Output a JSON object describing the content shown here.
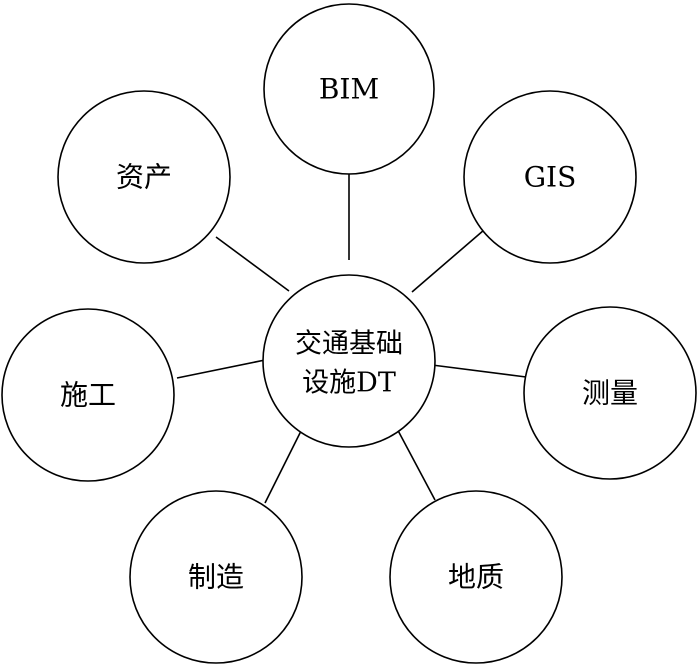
{
  "center": {
    "lines": [
      "交通基础",
      "设施DT"
    ]
  },
  "nodes": [
    {
      "id": "bim",
      "label": "BIM"
    },
    {
      "id": "gis",
      "label": "GIS"
    },
    {
      "id": "survey",
      "label": "测量"
    },
    {
      "id": "geology",
      "label": "地质"
    },
    {
      "id": "manufacturing",
      "label": "制造"
    },
    {
      "id": "construction",
      "label": "施工"
    },
    {
      "id": "assets",
      "label": "资产"
    }
  ]
}
